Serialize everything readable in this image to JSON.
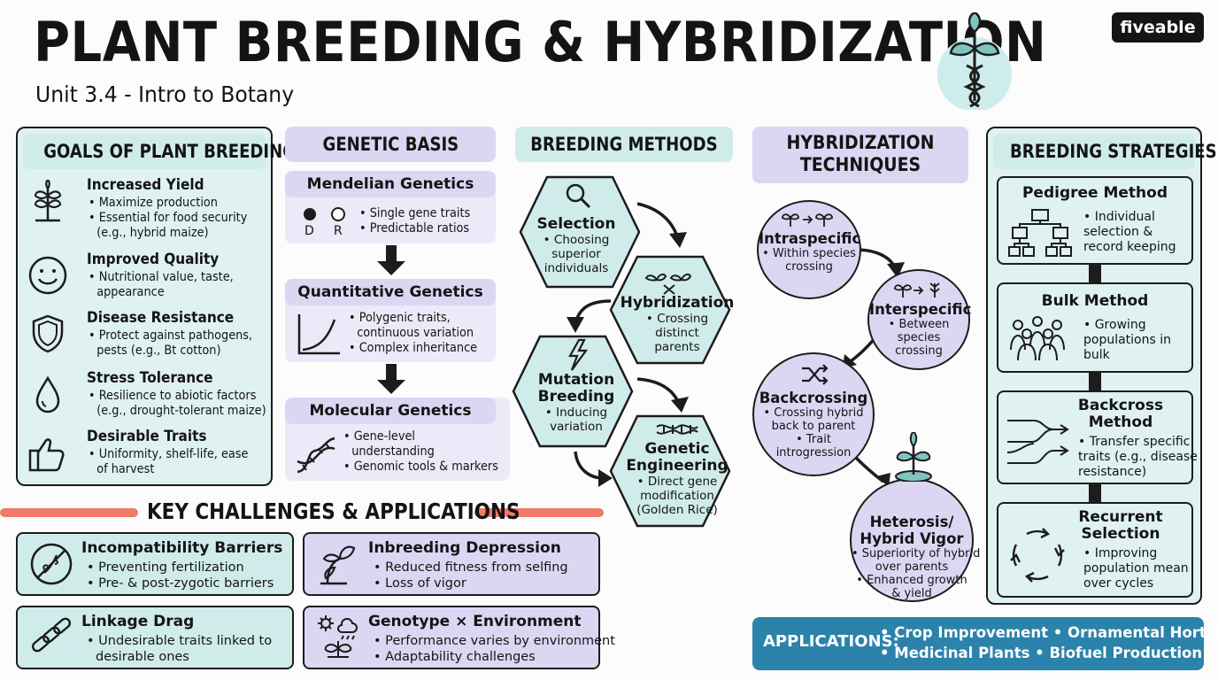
{
  "header": {
    "title": "PLANT BREEDING & HYBRIDIZATION",
    "subtitle": "Unit 3.4 - Intro to Botany",
    "logo": "fiveable"
  },
  "goals": {
    "heading": "GOALS OF PLANT BREEDING",
    "items": [
      {
        "icon": "seedling-icon",
        "title": "Increased Yield",
        "lines": [
          "• Maximize production",
          "• Essential for food security",
          "  (e.g., hybrid maize)"
        ]
      },
      {
        "icon": "smiley-icon",
        "title": "Improved Quality",
        "lines": [
          "• Nutritional value, taste,",
          "  appearance"
        ]
      },
      {
        "icon": "shield-icon",
        "title": "Disease Resistance",
        "lines": [
          "• Protect against pathogens,",
          "  pests (e.g., Bt cotton)"
        ]
      },
      {
        "icon": "water-drop-icon",
        "title": "Stress Tolerance",
        "lines": [
          "• Resilience to abiotic factors",
          "  (e.g., drought-tolerant maize)"
        ]
      },
      {
        "icon": "thumbs-up-icon",
        "title": "Desirable Traits",
        "lines": [
          "• Uniformity, shelf-life, ease",
          "  of harvest"
        ]
      }
    ]
  },
  "genetic": {
    "heading": "GENETIC BASIS",
    "mendelian": {
      "title": "Mendelian Genetics",
      "dominant": "D",
      "recessive": "R",
      "lines": [
        "• Single gene traits",
        "• Predictable ratios"
      ]
    },
    "quantitative": {
      "title": "Quantitative Genetics",
      "lines": [
        "• Polygenic traits,",
        "  continuous variation",
        "• Complex inheritance"
      ]
    },
    "molecular": {
      "title": "Molecular Genetics",
      "lines": [
        "• Gene-level",
        "  understanding",
        "• Genomic tools & markers"
      ]
    }
  },
  "methods": {
    "heading": "BREEDING METHODS",
    "items": [
      {
        "title": "Selection",
        "lines": [
          "• Choosing",
          "superior",
          "individuals"
        ]
      },
      {
        "title": "Hybridization",
        "lines": [
          "• Crossing",
          "distinct",
          "parents"
        ]
      },
      {
        "title": "Mutation\nBreeding",
        "lines": [
          "• Inducing",
          "variation"
        ]
      },
      {
        "title": "Genetic\nEngineering",
        "lines": [
          "• Direct gene",
          "modification",
          "(Golden Rice)"
        ]
      }
    ]
  },
  "hybrid": {
    "heading": "HYBRIDIZATION\nTECHNIQUES",
    "items": [
      {
        "title": "Intraspecific",
        "lines": [
          "• Within species",
          "crossing"
        ]
      },
      {
        "title": "Interspecific",
        "lines": [
          "• Between",
          "species",
          "crossing"
        ]
      },
      {
        "title": "Backcrossing",
        "lines": [
          "• Crossing hybrid",
          "back to parent",
          "• Trait",
          "introgression"
        ]
      },
      {
        "title": "Heterosis/\nHybrid Vigor",
        "lines": [
          "• Superiority of hybrid",
          "over parents",
          "• Enhanced growth",
          "& yield"
        ]
      }
    ]
  },
  "strategies": {
    "heading": "BREEDING STRATEGIES",
    "items": [
      {
        "title": "Pedigree Method",
        "lines": [
          "• Individual",
          "  selection &",
          "  record keeping"
        ]
      },
      {
        "title": "Bulk Method",
        "lines": [
          "• Growing",
          "  populations in",
          "  bulk"
        ]
      },
      {
        "title": "Backcross\nMethod",
        "lines": [
          "• Transfer specific",
          "  traits (e.g., disease",
          "  resistance)"
        ]
      },
      {
        "title": "Recurrent\nSelection",
        "lines": [
          "• Improving",
          "  population mean",
          "  over cycles"
        ]
      }
    ]
  },
  "challenges": {
    "heading": "KEY CHALLENGES & APPLICATIONS",
    "items": [
      {
        "title": "Incompatibility Barriers",
        "lines": [
          "• Preventing fertilization",
          "• Pre- & post-zygotic barriers"
        ]
      },
      {
        "title": "Inbreeding Depression",
        "lines": [
          "• Reduced fitness from selfing",
          "• Loss of vigor"
        ]
      },
      {
        "title": "Linkage Drag",
        "lines": [
          "• Undesirable traits linked to",
          "  desirable ones"
        ]
      },
      {
        "title": "Genotype × Environment",
        "lines": [
          "• Performance varies by environment",
          "• Adaptability challenges"
        ]
      }
    ]
  },
  "applications": {
    "label": "APPLICATIONS:",
    "line1": "• Crop Improvement • Ornamental Horticulture",
    "line2": "• Medicinal Plants • Biofuel Production"
  },
  "colors": {
    "mint": "#dff1f0",
    "lavender": "#ddd6f3",
    "accent": "#f07a68",
    "applications": "#2b82aa"
  }
}
